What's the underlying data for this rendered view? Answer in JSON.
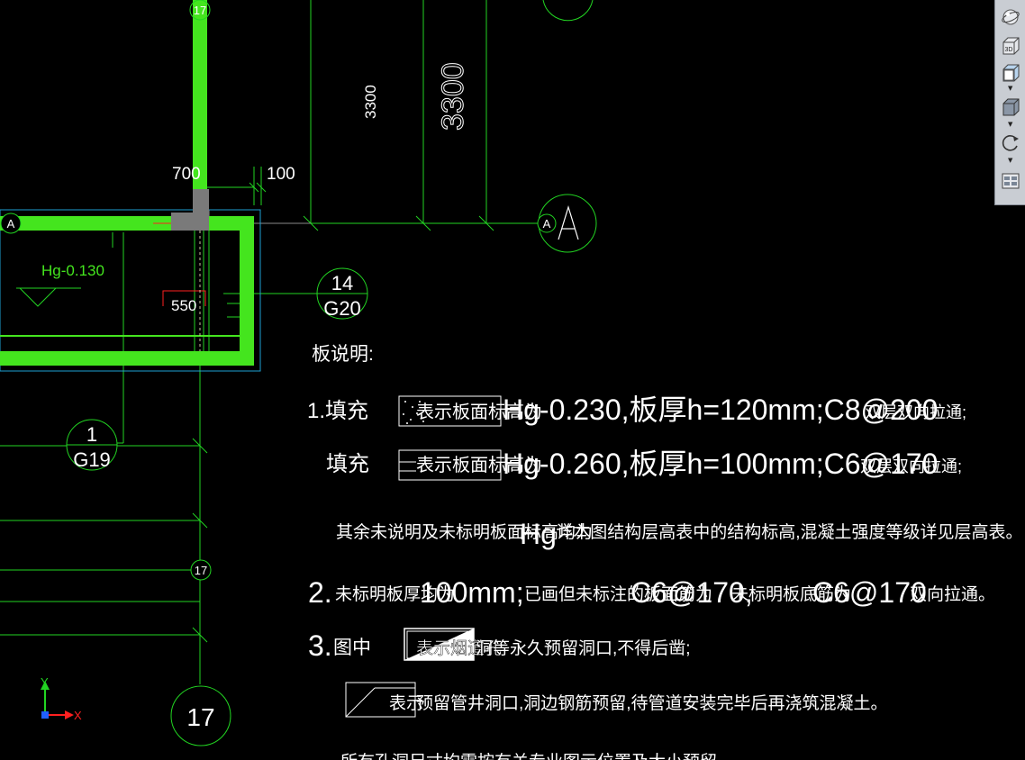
{
  "colors": {
    "background": "#000000",
    "wall": "#44e51e",
    "dimension": "#22d422",
    "text": "#ffffff",
    "leader_red": "#ff2020",
    "cyan_outline": "#1ea0d2",
    "grey": "#8a8a8a",
    "axis_y": "#22d422",
    "axis_x": "#ff2020"
  },
  "grid_bubbles": {
    "top": "17",
    "left_a": "A",
    "mid_17": "17",
    "bottom_17": "17",
    "right_a": "A"
  },
  "dimensions": {
    "d3300_small": "3300",
    "d3300_large": "3300",
    "d700": "700",
    "d100": "100",
    "d550": "550"
  },
  "elevation_label": "Hg-0.130",
  "callouts": [
    {
      "number": "14",
      "sheet": "G20"
    },
    {
      "number": "1",
      "sheet": "G19"
    }
  ],
  "notes": {
    "heading": "板说明:",
    "line1_prefix": "1.填充",
    "line1_hatch_label": "表示板面标高为",
    "line1_spec": "Hg-0.230,板厚h=120mm;C8@200",
    "line1_suffix": "双层双向拉通;",
    "line2_prefix": "填充",
    "line2_hatch_label": "表示板面标高为",
    "line2_spec": "Hg-0.260,板厚h=100mm;C6@170",
    "line2_suffix": "双层双向拉通;",
    "line3_a": "其余未说明及未标明板面标高均为",
    "line3_hg": "Hg",
    "line3_b": ",详本图结构层高表中的结构标高,混凝土强度等级详见层高表。",
    "line4_num": "2.",
    "line4_a": "未标明板厚均为",
    "line4_v1": "100mm;",
    "line4_b": "已画但未标注的板面筋为",
    "line4_v2": "C6@170,",
    "line4_c": "未标明板底筋为",
    "line4_v3": "C6@170",
    "line4_d": "双向拉通。",
    "line5_num": "3.",
    "line5_a": "图中",
    "line5_box_label": "表示烟道孔",
    "line5_b": "洞等永久预留洞口,不得后凿;",
    "line6_box_label": "表示",
    "line6_b": "预留管井洞口,洞边钢筋预留,待管道安装完毕后再浇筑混凝土。",
    "line7": "所有孔洞尺寸均需按有关专业图示位置及大小预留"
  },
  "ucs": {
    "y_label": "Y",
    "x_label": "X"
  },
  "toolbar": {
    "buttons": [
      "orbit-icon",
      "view-3d-icon",
      "view-front-icon",
      "view-iso-icon",
      "rotate-icon",
      "layout-icon"
    ],
    "view_3d_text": "3D"
  }
}
